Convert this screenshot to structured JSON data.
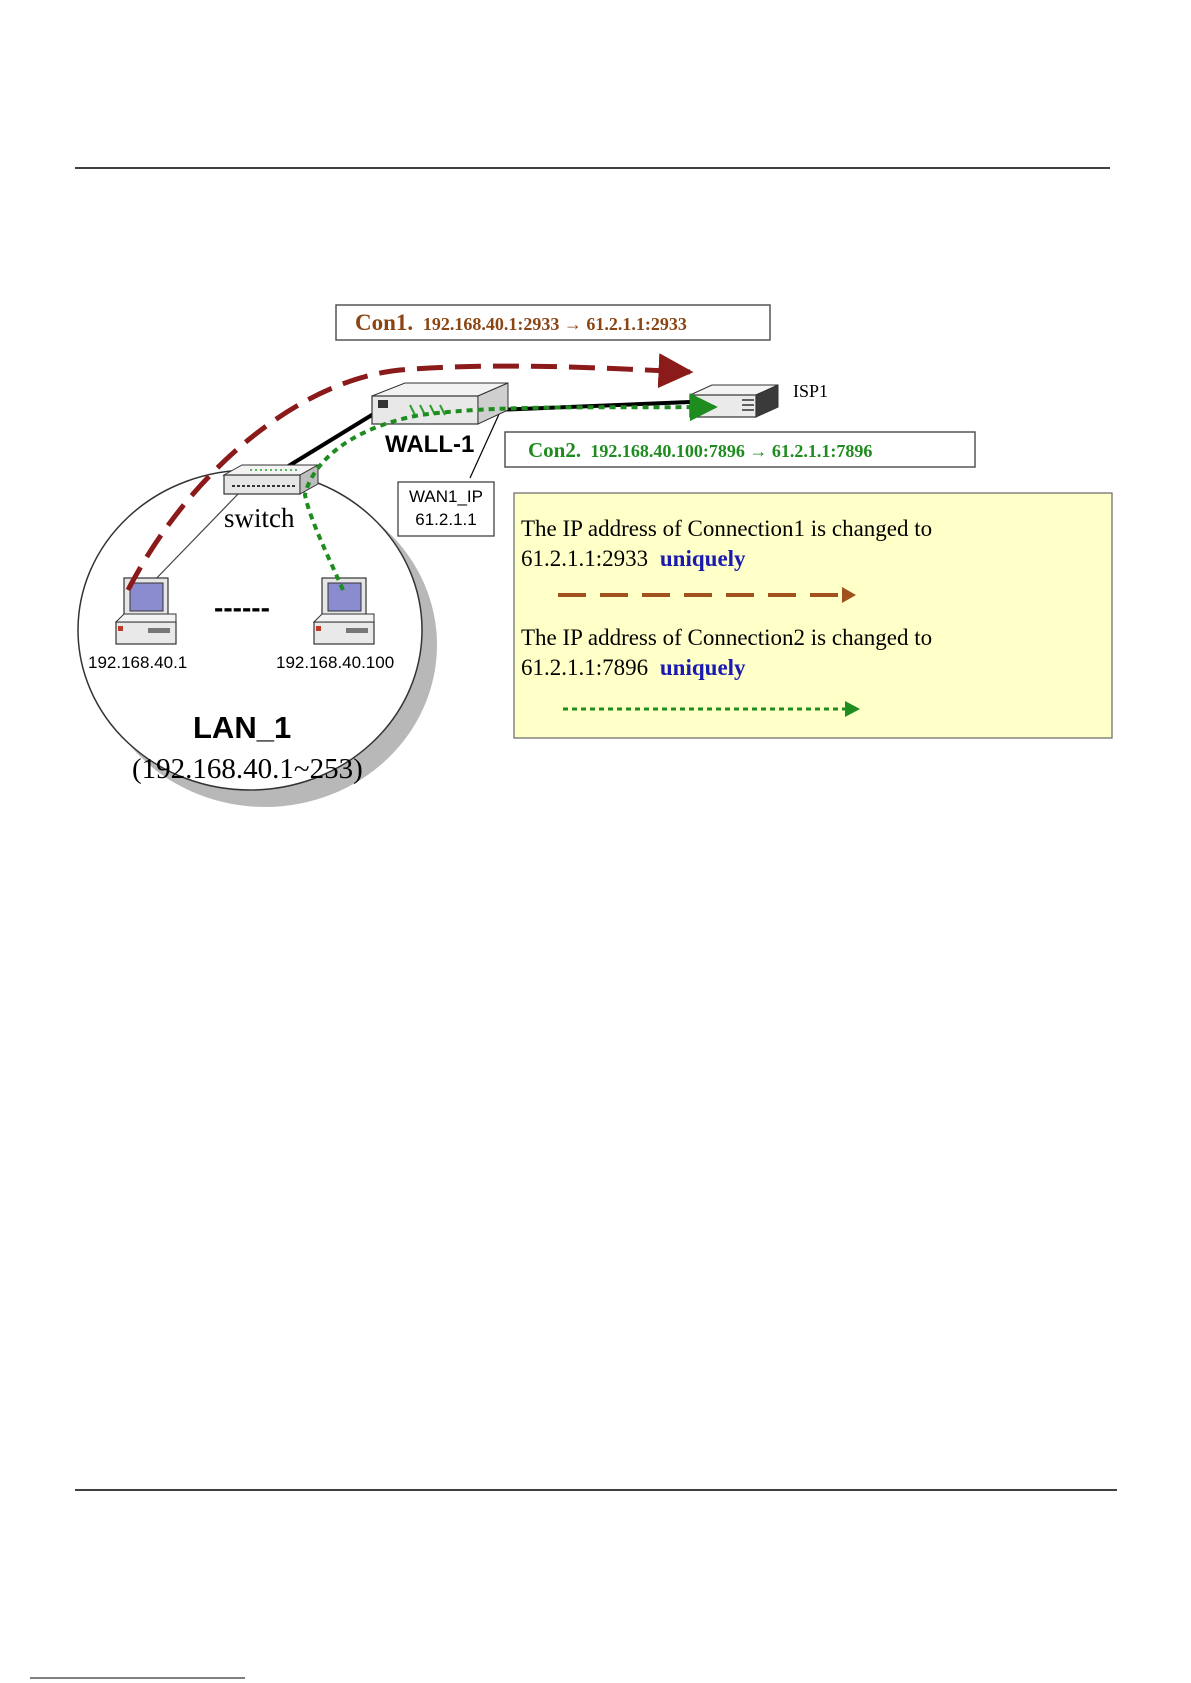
{
  "con1": {
    "prefix": "Con1.",
    "text": "192.168.40.1:2933 → 61.2.1.1:2933",
    "color": "#8b4513"
  },
  "con2": {
    "prefix": "Con2.",
    "text": "192.168.40.100:7896 → 61.2.1.1:7896",
    "color": "#1e8c1e"
  },
  "devices": {
    "router": "WALL-1",
    "isp": "ISP1",
    "switch": "switch",
    "pc1": "192.168.40.1",
    "pc2": "192.168.40.100",
    "ellipsis": "------",
    "lan": "LAN_1",
    "lan_range": "(192.168.40.1~253)"
  },
  "wan_callout": {
    "line1": "WAN1_IP",
    "line2": "61.2.1.1"
  },
  "legend": {
    "line1": "The IP address of Connection1 is changed to",
    "line2_value": "61.2.1.1:2933",
    "line2_emph": "uniquely",
    "line3": "The IP address of Connection2 is changed to",
    "line4_value": "61.2.1.1:7896",
    "line4_emph": "uniquely",
    "emph_color": "#1a1ab0",
    "bg_color": "#ffffc8"
  }
}
